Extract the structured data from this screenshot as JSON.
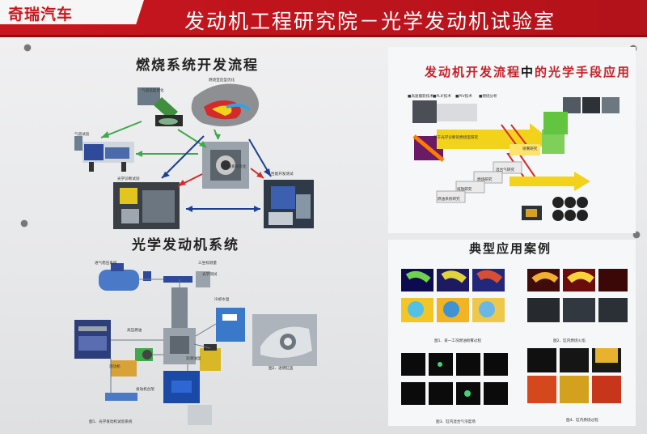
{
  "header": {
    "logo": "奇瑞汽车",
    "title": "发动机工程研究院－光学发动机试验室"
  },
  "sections": {
    "combustion": {
      "title": "燃烧系统开发流程",
      "labels": [
        "气道造型优化",
        "燃烧室造型优化",
        "气道试验",
        "燃烧系统优化",
        "光学诊断试验",
        "性能开发测试"
      ]
    },
    "optical_engine": {
      "title": "光学发动机系统",
      "labels": [
        "进气稳压系统",
        "三坐标测量",
        "光学测试",
        "高压燃油",
        "发动机台架",
        "冷却水温",
        "润滑油温",
        "测功机",
        "图1、光学发动机试验系统",
        "图2、透明缸盖"
      ]
    },
    "methods": {
      "title_part1": "发动机开发流程",
      "title_highlight": "中",
      "title_part2": "的光学手段应用",
      "labels": [
        "■高速摄影技术",
        "■PLIF技术",
        "■PIV技术",
        "■燃烧分析",
        "基于光学诊断的燃烧室研究",
        "喷雾研究",
        "混合气研究",
        "燃烧研究",
        "排放研究",
        "燃油系统研究"
      ]
    },
    "cases": {
      "title": "典型应用案例",
      "captions": [
        "图1、某一工况燃油喷雾过程",
        "图2、缸内燃烧火焰",
        "图3、缸内混合气浓度场",
        "图4、缸内燃烧过程"
      ]
    }
  },
  "colors": {
    "header_red": "#c8161e",
    "arrow_green": "#3fa84a",
    "arrow_red": "#d42a2a",
    "arrow_blue": "#1f3f8e",
    "step_yellow": "#f2d21a",
    "step_green": "#63c43f"
  }
}
